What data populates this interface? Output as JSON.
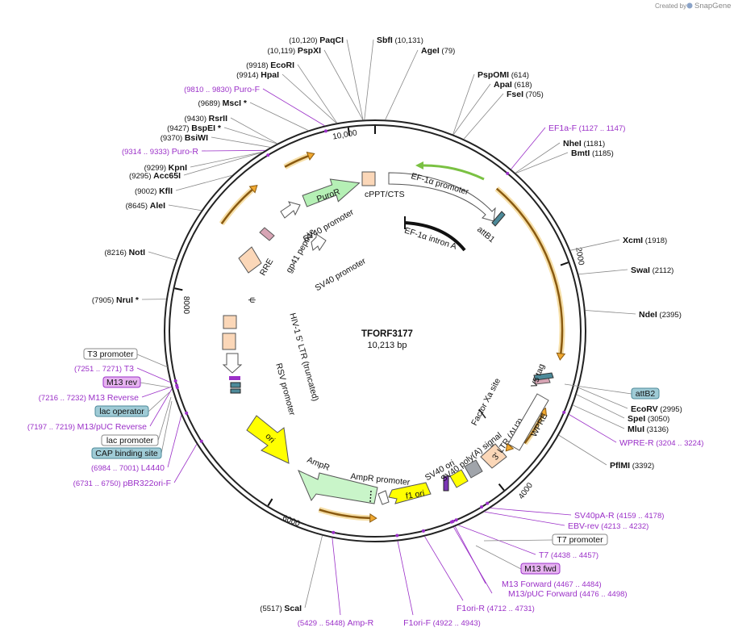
{
  "credit": {
    "prefix": "Created by",
    "brand": "SnapGene"
  },
  "plasmid": {
    "name": "TFORF3177",
    "length_label": "10,213 bp",
    "length": 10213
  },
  "ticks": [
    {
      "pos": 10000,
      "label": "10,000"
    },
    {
      "pos": 2000,
      "label": "2000"
    },
    {
      "pos": 4000,
      "label": "4000"
    },
    {
      "pos": 6000,
      "label": "6000"
    },
    {
      "pos": 8000,
      "label": "8000"
    }
  ],
  "sites": [
    {
      "name": "PaqCI",
      "coord": "(10,120)",
      "pos": 10120,
      "side": "left"
    },
    {
      "name": "PspXI",
      "coord": "(10,119)",
      "pos": 10119,
      "side": "left"
    },
    {
      "name": "EcoRI",
      "coord": "(9918)",
      "pos": 9918,
      "side": "left"
    },
    {
      "name": "HpaI",
      "coord": "(9914)",
      "pos": 9914,
      "side": "left"
    },
    {
      "name": "MscI *",
      "coord": "(9689)",
      "pos": 9689,
      "side": "left"
    },
    {
      "name": "RsrII",
      "coord": "(9430)",
      "pos": 9430,
      "side": "left"
    },
    {
      "name": "BspEI *",
      "coord": "(9427)",
      "pos": 9427,
      "side": "left"
    },
    {
      "name": "BsiWI",
      "coord": "(9370)",
      "pos": 9370,
      "side": "left"
    },
    {
      "name": "KpnI",
      "coord": "(9299)",
      "pos": 9299,
      "side": "left"
    },
    {
      "name": "Acc65I",
      "coord": "(9295)",
      "pos": 9295,
      "side": "left"
    },
    {
      "name": "KflI",
      "coord": "(9002)",
      "pos": 9002,
      "side": "left"
    },
    {
      "name": "AleI",
      "coord": "(8645)",
      "pos": 8645,
      "side": "left"
    },
    {
      "name": "NotI",
      "coord": "(8216)",
      "pos": 8216,
      "side": "left"
    },
    {
      "name": "NruI *",
      "coord": "(7905)",
      "pos": 7905,
      "side": "left"
    },
    {
      "name": "ScaI",
      "coord": "(5517)",
      "pos": 5517,
      "side": "left"
    },
    {
      "name": "SbfI",
      "coord": "(10,131)",
      "pos": 10131,
      "side": "right"
    },
    {
      "name": "AgeI",
      "coord": "(79)",
      "pos": 79,
      "side": "right"
    },
    {
      "name": "PspOMI",
      "coord": "(614)",
      "pos": 614,
      "side": "right"
    },
    {
      "name": "ApaI",
      "coord": "(618)",
      "pos": 618,
      "side": "right"
    },
    {
      "name": "FseI",
      "coord": "(705)",
      "pos": 705,
      "side": "right"
    },
    {
      "name": "NheI",
      "coord": "(1181)",
      "pos": 1181,
      "side": "right"
    },
    {
      "name": "BmtI",
      "coord": "(1185)",
      "pos": 1185,
      "side": "right"
    },
    {
      "name": "XcmI",
      "coord": "(1918)",
      "pos": 1918,
      "side": "right"
    },
    {
      "name": "SwaI",
      "coord": "(2112)",
      "pos": 2112,
      "side": "right"
    },
    {
      "name": "NdeI",
      "coord": "(2395)",
      "pos": 2395,
      "side": "right"
    },
    {
      "name": "EcoRV",
      "coord": "(2995)",
      "pos": 2995,
      "side": "right"
    },
    {
      "name": "SpeI",
      "coord": "(3050)",
      "pos": 3050,
      "side": "right"
    },
    {
      "name": "MluI",
      "coord": "(3136)",
      "pos": 3136,
      "side": "right"
    },
    {
      "name": "PflMI",
      "coord": "(3392)",
      "pos": 3392,
      "side": "right"
    }
  ],
  "primers": [
    {
      "name": "Puro-F",
      "coord": "(9810 .. 9830)",
      "pos": 9820,
      "side": "left"
    },
    {
      "name": "Puro-R",
      "coord": "(9314 .. 9333)",
      "pos": 9323,
      "side": "left"
    },
    {
      "name": "T3",
      "coord": "(7251 .. 7271)",
      "pos": 7261,
      "side": "left"
    },
    {
      "name": "M13 Reverse",
      "coord": "(7216 .. 7232)",
      "pos": 7224,
      "side": "left"
    },
    {
      "name": "M13/pUC Reverse",
      "coord": "(7197 .. 7219)",
      "pos": 7208,
      "side": "left"
    },
    {
      "name": "L4440",
      "coord": "(6984 .. 7001)",
      "pos": 6992,
      "side": "left"
    },
    {
      "name": "pBR322ori-F",
      "coord": "(6731 .. 6750)",
      "pos": 6740,
      "side": "left"
    },
    {
      "name": "Amp-R",
      "coord": "(5429 .. 5448)",
      "pos": 5438,
      "side": "left"
    },
    {
      "name": "F1ori-F",
      "coord": "(4922 .. 4943)",
      "pos": 4932,
      "side": "left"
    },
    {
      "name": "F1ori-R",
      "coord": "(4712 .. 4731)",
      "pos": 4721,
      "side": "left"
    },
    {
      "name": "EF1a-F",
      "coord": "(1127 .. 1147)",
      "pos": 1137,
      "side": "right"
    },
    {
      "name": "WPRE-R",
      "coord": "(3204 .. 3224)",
      "pos": 3214,
      "side": "right"
    },
    {
      "name": "SV40pA-R",
      "coord": "(4159 .. 4178)",
      "pos": 4168,
      "side": "right"
    },
    {
      "name": "EBV-rev",
      "coord": "(4213 .. 4232)",
      "pos": 4222,
      "side": "right"
    },
    {
      "name": "T7",
      "coord": "(4438 .. 4457)",
      "pos": 4447,
      "side": "right"
    },
    {
      "name": "M13 Forward",
      "coord": "(4467 .. 4484)",
      "pos": 4475,
      "side": "right"
    },
    {
      "name": "M13/pUC Forward",
      "coord": "(4476 .. 4498)",
      "pos": 4487,
      "side": "right"
    }
  ],
  "boxed_labels": [
    {
      "name": "T3 promoter",
      "fill": "#ffffff",
      "stroke": "#888888"
    },
    {
      "name": "M13 rev",
      "fill": "#e6b3f0",
      "stroke": "#9b30c8"
    },
    {
      "name": "lac operator",
      "fill": "#9fcbd6",
      "stroke": "#4d8a99"
    },
    {
      "name": "lac promoter",
      "fill": "#ffffff",
      "stroke": "#888888"
    },
    {
      "name": "CAP binding site",
      "fill": "#9fcbd6",
      "stroke": "#4d8a99"
    },
    {
      "name": "attB2",
      "fill": "#9fcbd6",
      "stroke": "#4d8a99"
    },
    {
      "name": "T7 promoter",
      "fill": "#ffffff",
      "stroke": "#888888"
    },
    {
      "name": "M13 fwd",
      "fill": "#e6b3f0",
      "stroke": "#9b30c8"
    }
  ],
  "features": {
    "cppt": "cPPT/CTS",
    "ef1a_promoter": "EF-1α promoter",
    "attb1": "attB1",
    "ef1a_intron": "EF-1α intron A",
    "puror": "PuroR",
    "sv40_promoter_1": "SV40 promoter",
    "sv40_promoter_2": "SV40 promoter",
    "gp41": "gp41 peptide",
    "rre": "RRE",
    "psi": "ψ",
    "hiv_ltr": "HIV-1 5' LTR (truncated)",
    "rsv": "RSV promoter",
    "ori": "ori",
    "ampr": "AmpR",
    "ampr_promoter": "AmpR promoter",
    "f1_ori": "f1 ori",
    "sv40_ori": "SV40 ori",
    "sv40_polya": "SV40 poly(A) signal",
    "ltr3": "3' LTR (ΔU3)",
    "wpre": "WPRE",
    "v5": "V5 tag",
    "factor_xa": "Factor Xa site"
  },
  "colors": {
    "backbone": "#222222",
    "orf": "#f0a830",
    "puror": "#b5f0b5",
    "ampr": "#c9f5c9",
    "ori": "#ffff00",
    "promoter_white": "#ffffff",
    "ltr": "#fbd7b8",
    "primer": "#9b30c8",
    "ef1a_arrow": "#7ac142",
    "grey_box": "#a0a4aa",
    "rre": "#d7a4b4"
  }
}
